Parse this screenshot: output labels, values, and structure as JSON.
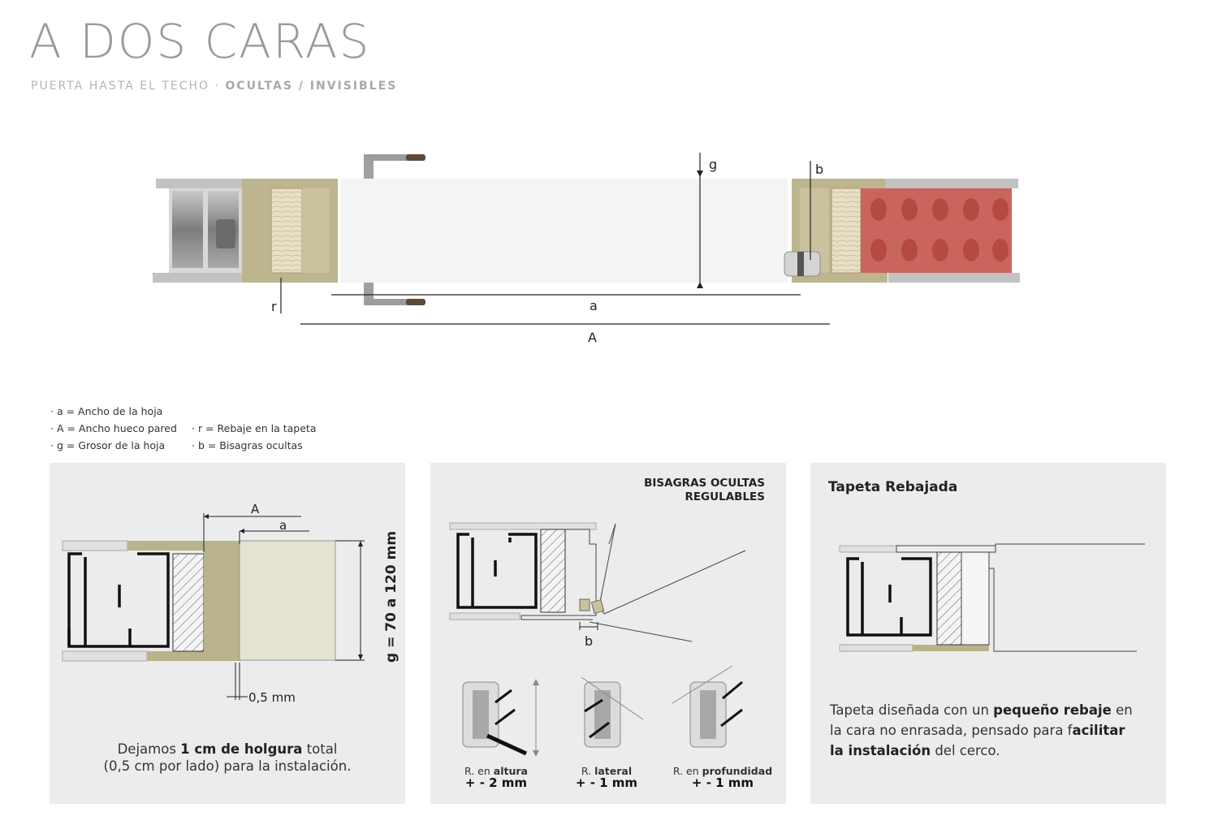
{
  "header": {
    "title": "A DOS CARAS",
    "subtitle_main": "PUERTA HASTA EL TECHO · ",
    "subtitle_bold": "OCULTAS / INVISIBLES"
  },
  "diagram_labels": {
    "g": "g",
    "b": "b",
    "r": "r",
    "a": "a",
    "A": "A"
  },
  "legend": {
    "a": "· a = Ancho de la hoja",
    "A": "· A = Ancho hueco pared",
    "g": "· g = Grosor de la hoja",
    "r": "· r = Rebaje en la tapeta",
    "b": "· b = Bisagras ocultas"
  },
  "panel1": {
    "label_A": "A",
    "label_a": "a",
    "label_g": "g = 70 a 120 mm",
    "gap": "0,5 mm",
    "text_pre": "Dejamos ",
    "text_bold": "1 cm de holgura",
    "text_post": " total",
    "text_line2": "(0,5 cm por lado) para la instalación."
  },
  "panel2": {
    "heading_line1": "BISAGRAS OCULTAS",
    "heading_line2": "REGULABLES",
    "label_b": "b",
    "adjust": [
      {
        "pre": "R. en ",
        "bold": "altura",
        "value": "+ - 2 mm"
      },
      {
        "pre": "R. ",
        "bold": "lateral",
        "value": "+ - 1 mm"
      },
      {
        "pre": "R. en ",
        "bold": "profundidad",
        "value": "+ - 1 mm"
      }
    ]
  },
  "panel3": {
    "heading": "Tapeta Rebajada",
    "t1": "Tapeta diseñada con un ",
    "t1b": "pequeño rebaje",
    "t1c": " en",
    "t2": "la cara no enrasada, pensado para f",
    "t2b": "acilitar",
    "t3b": "la instalación",
    "t3": " del cerco."
  },
  "colors": {
    "olive": "#b8b38b",
    "beige": "#e6e2d3",
    "brick": "#c9655c",
    "concrete": "#bdbdbd",
    "panel": "#ececec"
  }
}
